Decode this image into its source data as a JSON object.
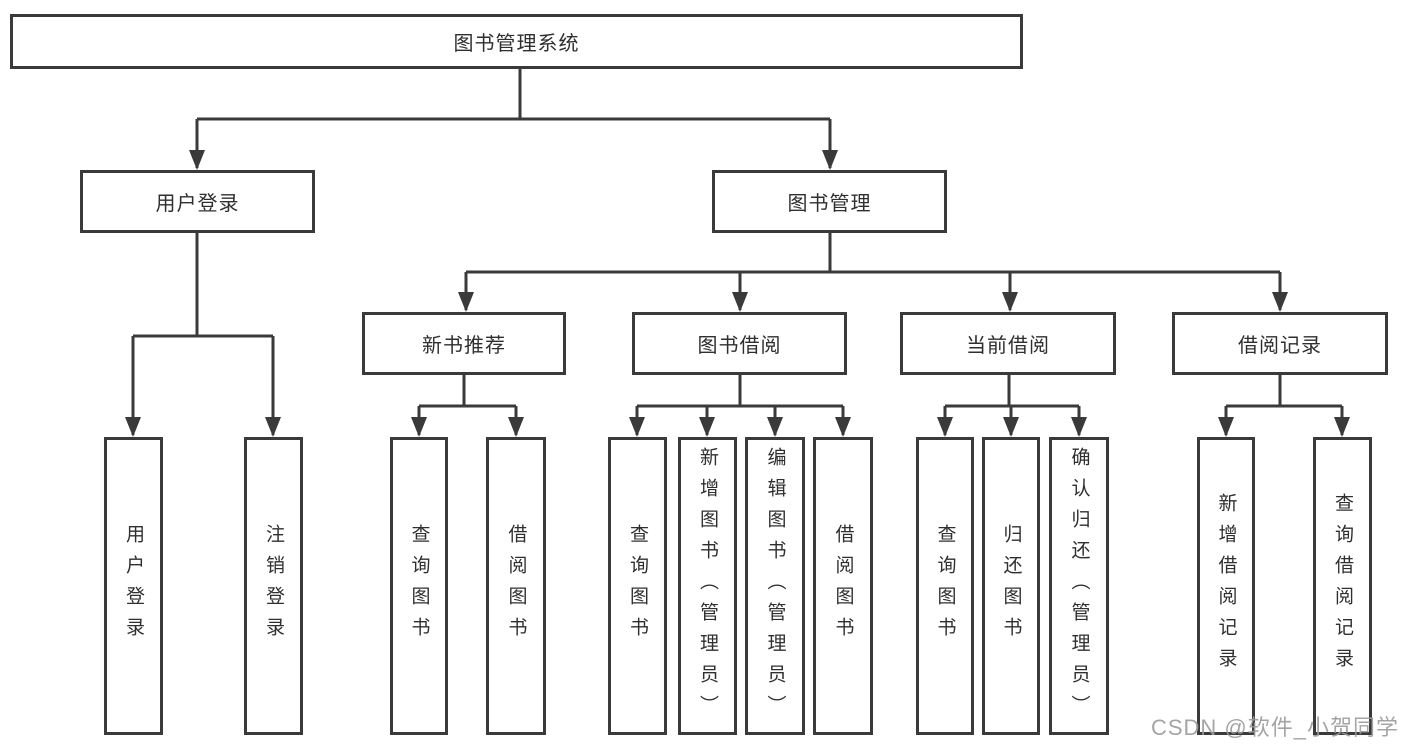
{
  "diagram_title": "图书管理系统",
  "tree": {
    "root": {
      "label": "图书管理系统",
      "children": [
        {
          "label": "用户登录",
          "children": [
            {
              "label": "用户登录"
            },
            {
              "label": "注销登录"
            }
          ]
        },
        {
          "label": "图书管理",
          "children": [
            {
              "label": "新书推荐",
              "children": [
                {
                  "label": "查询图书"
                },
                {
                  "label": "借阅图书"
                }
              ]
            },
            {
              "label": "图书借阅",
              "children": [
                {
                  "label": "查询图书"
                },
                {
                  "label": "新增图书（管理员）"
                },
                {
                  "label": "编辑图书（管理员）"
                },
                {
                  "label": "借阅图书"
                }
              ]
            },
            {
              "label": "当前借阅",
              "children": [
                {
                  "label": "查询图书"
                },
                {
                  "label": "归还图书"
                },
                {
                  "label": "确认归还（管理员）"
                }
              ]
            },
            {
              "label": "借阅记录",
              "children": [
                {
                  "label": "新增借阅记录"
                },
                {
                  "label": "查询借阅记录"
                }
              ]
            }
          ]
        }
      ]
    }
  },
  "watermark": {
    "text": "CSDN @软件_小贺同学"
  },
  "colors": {
    "line": "#3a3a3a",
    "border": "#3a3a3a",
    "text": "#2f2f2f",
    "box_background": "#ffffff",
    "watermark": "#9b9b9b",
    "page_background": "#ffffff"
  }
}
